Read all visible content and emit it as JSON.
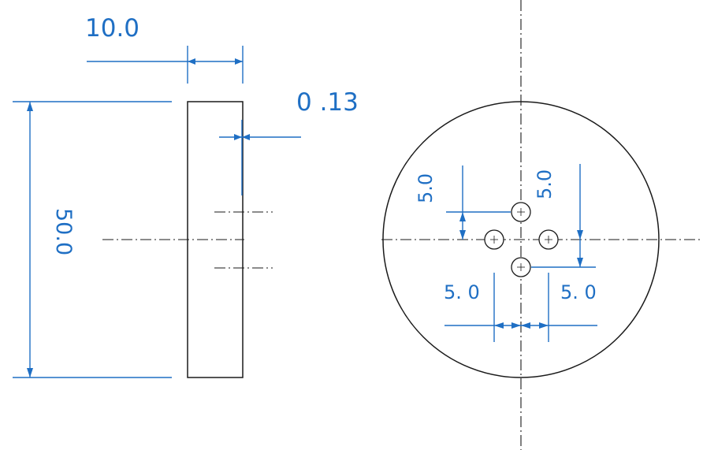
{
  "colors": {
    "dimension": "#1f6fc4",
    "outline": "#1a1a1a",
    "background": "#ffffff"
  },
  "dimensions": {
    "thickness": "10.0",
    "diameter": "50.0",
    "offset": "0 .13",
    "hole_top_vertical": "5.0",
    "hole_right_vertical": "5.0",
    "hole_left_horizontal": "5. 0",
    "hole_right_horizontal": "5. 0"
  }
}
